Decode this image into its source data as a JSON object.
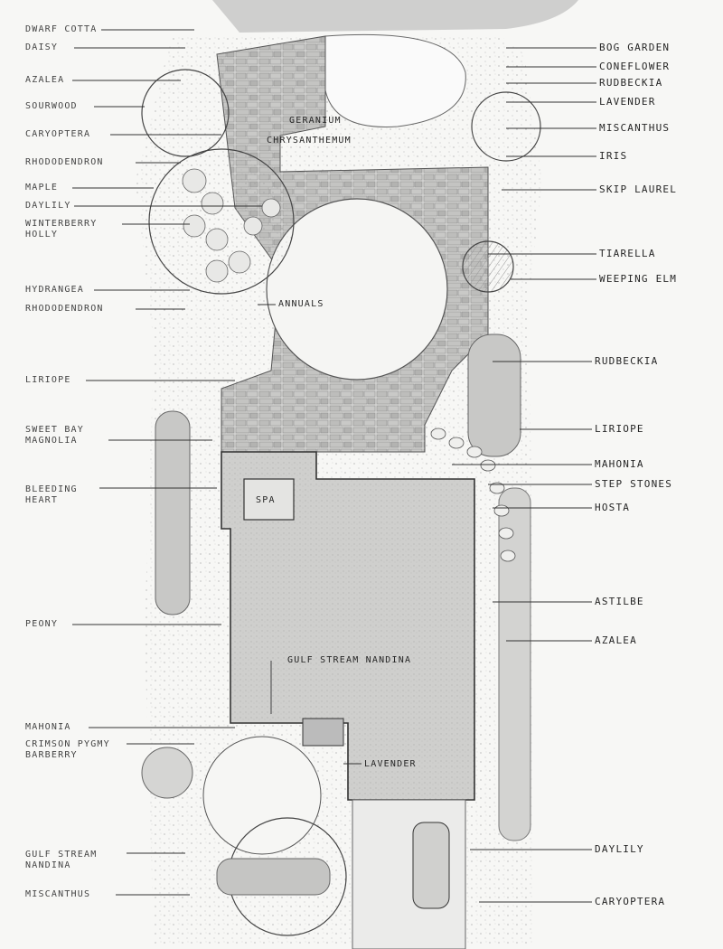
{
  "labels_left": [
    {
      "id": "dwarf-cotta",
      "text": "DWARF COTTA"
    },
    {
      "id": "daisy",
      "text": "DAISY"
    },
    {
      "id": "azalea",
      "text": "AZALEA"
    },
    {
      "id": "sourwood",
      "text": "SOURWOOD"
    },
    {
      "id": "caryopteris",
      "text": "CARYOPTERA"
    },
    {
      "id": "rhododendron-1",
      "text": "RHODODENDRON"
    },
    {
      "id": "maple",
      "text": "MAPLE"
    },
    {
      "id": "daylily-1",
      "text": "DAYLILY"
    },
    {
      "id": "winterberry-holly",
      "text": "WINTERBERRY\nHOLLY"
    },
    {
      "id": "hydrangea",
      "text": "HYDRANGEA"
    },
    {
      "id": "rhododendron-2",
      "text": "RHODODENDRON"
    },
    {
      "id": "liriope-1",
      "text": "LIRIOPE"
    },
    {
      "id": "sweet-bay-magnolia",
      "text": "SWEET BAY\nMAGNOLIA"
    },
    {
      "id": "bleeding-heart",
      "text": "BLEEDING\nHEART"
    },
    {
      "id": "peony",
      "text": "PEONY"
    },
    {
      "id": "mahonia-1",
      "text": "MAHONIA"
    },
    {
      "id": "crimson-pygmy-barberry",
      "text": "CRIMSON PYGMY\nBARBERRY"
    },
    {
      "id": "gulf-stream-nandina-1",
      "text": "GULF STREAM\nNANDINA"
    },
    {
      "id": "miscanthus-1",
      "text": "MISCANTHUS"
    }
  ],
  "labels_right": [
    {
      "id": "bog-garden",
      "text": "BOG GARDEN"
    },
    {
      "id": "coneflower",
      "text": "CONEFLOWER"
    },
    {
      "id": "rudbeckia-1",
      "text": "RUDBECKIA"
    },
    {
      "id": "lavender-1",
      "text": "LAVENDER"
    },
    {
      "id": "miscanthus-2",
      "text": "MISCANTHUS"
    },
    {
      "id": "iris",
      "text": "IRIS"
    },
    {
      "id": "skip-laurel",
      "text": "SKIP LAUREL"
    },
    {
      "id": "tiarella",
      "text": "TIARELLA"
    },
    {
      "id": "weeping-elm",
      "text": "WEEPING ELM"
    },
    {
      "id": "rudbeckia-2",
      "text": "RUDBECKIA"
    },
    {
      "id": "liriope-2",
      "text": "LIRIOPE"
    },
    {
      "id": "mahonia-2",
      "text": "MAHONIA"
    },
    {
      "id": "step-stones",
      "text": "STEP STONES"
    },
    {
      "id": "hosta",
      "text": "HOSTA"
    },
    {
      "id": "astilbe",
      "text": "ASTILBE"
    },
    {
      "id": "azalea-2",
      "text": "AZALEA"
    },
    {
      "id": "daylily-2",
      "text": "DAYLILY"
    },
    {
      "id": "caryopteris-2",
      "text": "CARYOPTERA"
    }
  ],
  "labels_plan": [
    {
      "id": "geranium",
      "text": "GERANIUM"
    },
    {
      "id": "chrysanthemum",
      "text": "CHRYSANTHEMUM"
    },
    {
      "id": "annuals",
      "text": "ANNUALS"
    },
    {
      "id": "spa",
      "text": "SPA"
    },
    {
      "id": "gulf-stream-nandina-2",
      "text": "GULF STREAM NANDINA"
    },
    {
      "id": "lavender-2",
      "text": "LAVENDER"
    }
  ]
}
